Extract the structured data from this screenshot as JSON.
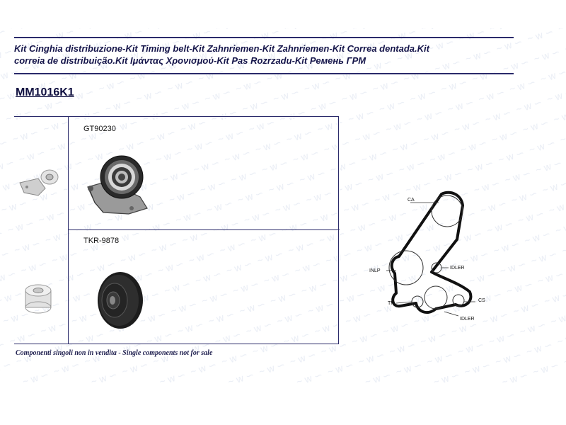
{
  "header": {
    "title_line1": "Kit Cinghia distribuzione-Kit Timing belt-Kit Zahnriemen-Kit Zahnriemen-Kit Correa dentada.Kit",
    "title_line2": "correia de distribuição.Kit Ιμάντας Χρονισμού-Kit Pas Rozrzadu-Kit Ремень ГРМ",
    "kit_code": "MM1016K1"
  },
  "components": [
    {
      "ref": "GT90230",
      "icon": "tensioner-pulley-icon"
    },
    {
      "ref": "TKR-9878",
      "icon": "idler-pulley-icon"
    }
  ],
  "belt_diagram": {
    "labels": {
      "ca": "CA",
      "inlp": "INLP",
      "idler_top": "IDLER",
      "tp": "TP",
      "cs": "CS",
      "idler_bottom": "IDLER"
    }
  },
  "footer": {
    "note": "Componenti singoli non in vendita - Single components not for sale"
  },
  "colors": {
    "rule": "#2a2a6a",
    "text": "#15154a",
    "watermark": "#e6eaf3"
  }
}
